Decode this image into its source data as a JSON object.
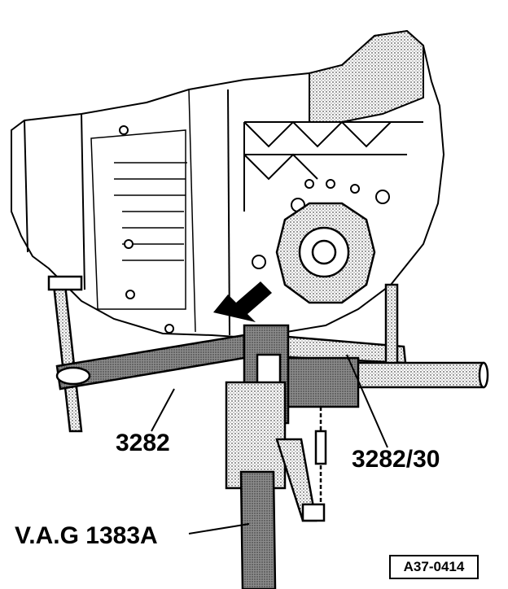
{
  "labels": {
    "fixture": "3282",
    "fixture_plate": "3282/30",
    "engine_stand": "V.A.G 1383A"
  },
  "figure_id": "A37-0414",
  "colors": {
    "ink": "#000000",
    "paper": "#ffffff",
    "shade": "#9a9a9a",
    "light_shade": "#cfcfcf"
  }
}
